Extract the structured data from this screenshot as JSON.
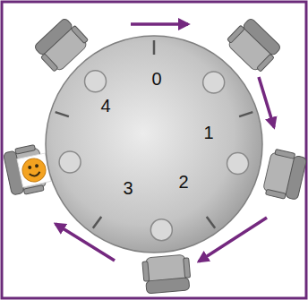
{
  "diagram": {
    "nodes": [
      {
        "text": [
          "0",
          "4",
          "1",
          "2",
          "3"
        ]
      }
    ]
  }
}
